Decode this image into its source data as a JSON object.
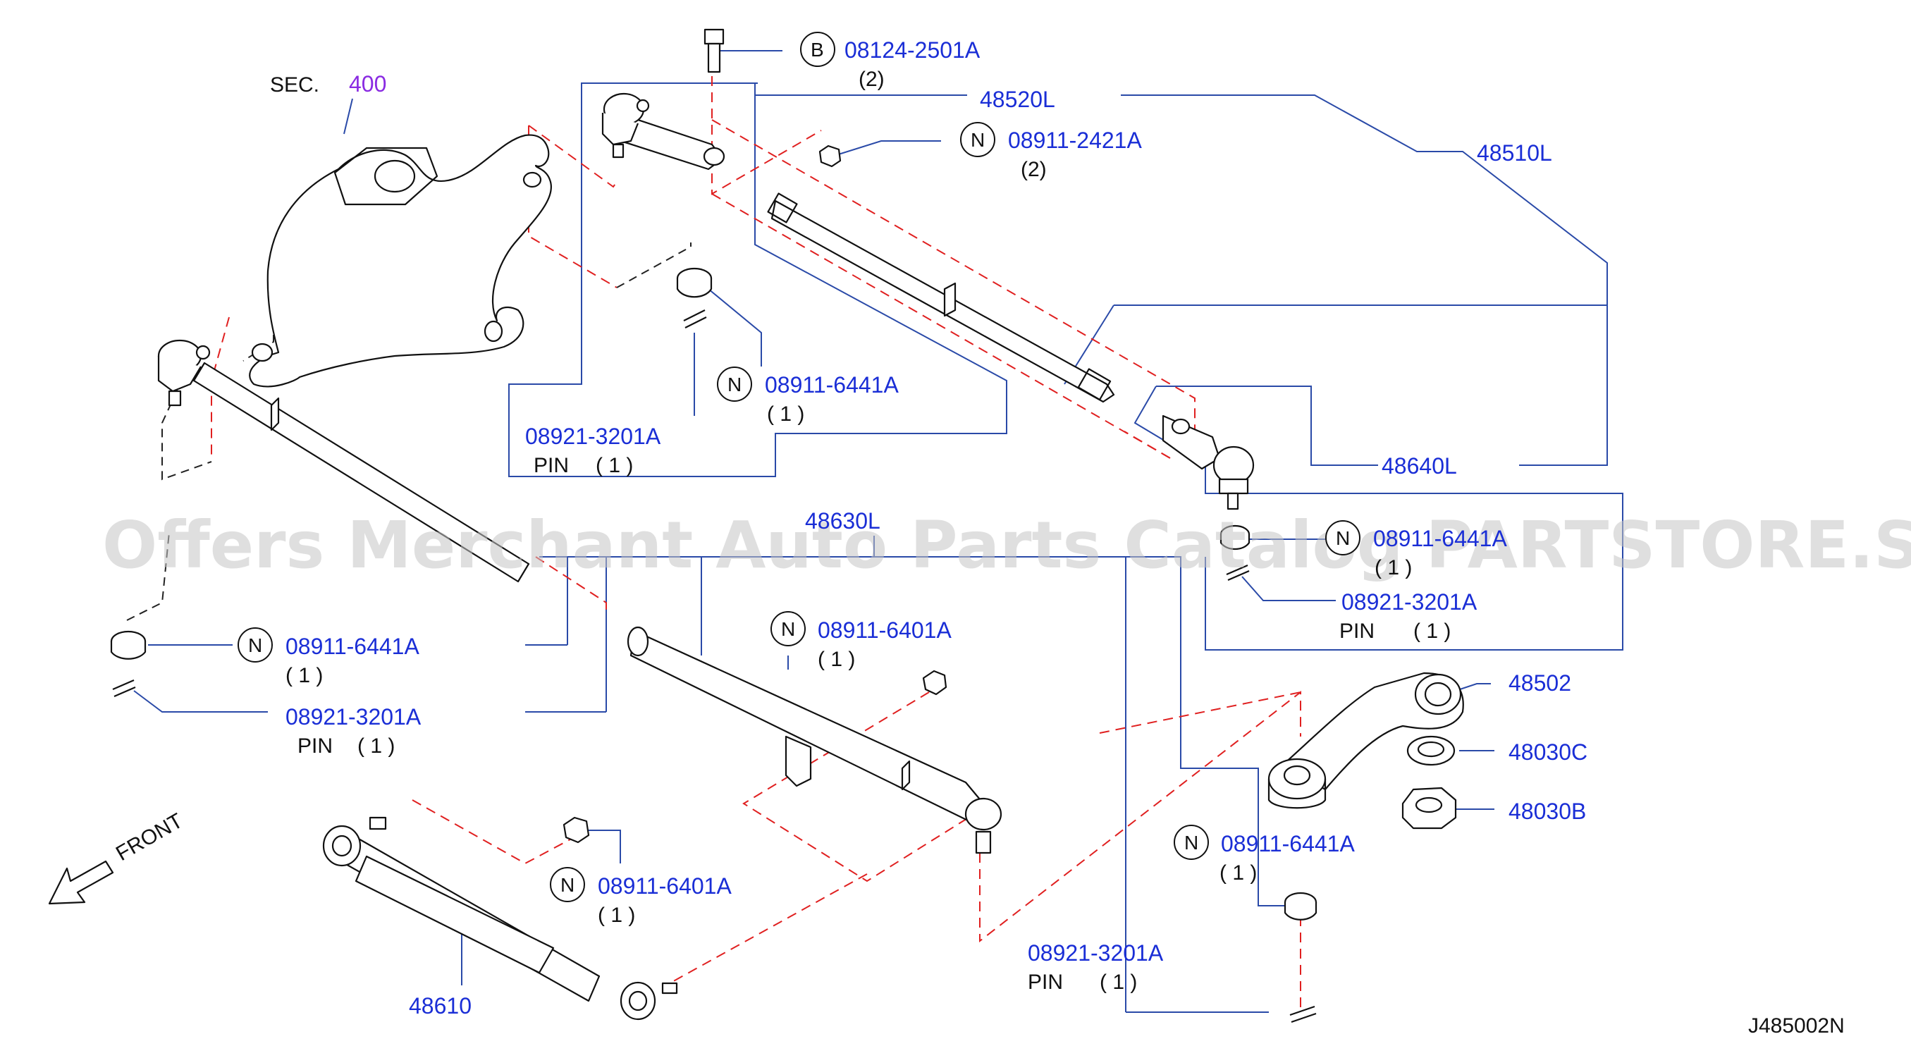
{
  "sec_label": "SEC.",
  "sec_number": "400",
  "watermark": "Offers Merchant Auto Parts Catalog PARTSTORE.SA",
  "front_label": "FRONT",
  "drawing_ref": "J485002N",
  "colors": {
    "part_number": "#1a2ed6",
    "section_number": "#8a2be2",
    "leader": "#2a4aa8",
    "phantom": "#e02020"
  },
  "parts": {
    "p08124": {
      "badge": "B",
      "number": "08124-2501A",
      "qty": "(2)"
    },
    "p48520L": {
      "number": "48520L"
    },
    "p48510L": {
      "number": "48510L"
    },
    "p08911_2421": {
      "badge": "N",
      "number": "08911-2421A",
      "qty": "(2)"
    },
    "p08911_6441_top": {
      "badge": "N",
      "number": "08911-6441A",
      "qty": "( 1 )"
    },
    "p08921_top": {
      "number": "08921-3201A",
      "note": "PIN",
      "qty": "( 1 )"
    },
    "p48640L": {
      "number": "48640L"
    },
    "p48630L": {
      "number": "48630L"
    },
    "p08911_6441_right": {
      "badge": "N",
      "number": "08911-6441A",
      "qty": "( 1 )"
    },
    "p08921_right": {
      "number": "08921-3201A",
      "note": "PIN",
      "qty": "( 1 )"
    },
    "p08911_6441_left": {
      "badge": "N",
      "number": "08911-6441A",
      "qty": "( 1 )"
    },
    "p08921_left": {
      "number": "08921-3201A",
      "note": "PIN",
      "qty": "( 1 )"
    },
    "p08911_6401_mid": {
      "badge": "N",
      "number": "08911-6401A",
      "qty": "( 1 )"
    },
    "p48502": {
      "number": "48502"
    },
    "p48030C": {
      "number": "48030C"
    },
    "p48030B": {
      "number": "48030B"
    },
    "p08911_6441_low": {
      "badge": "N",
      "number": "08911-6441A",
      "qty": "( 1 )"
    },
    "p08911_6401_low": {
      "badge": "N",
      "number": "08911-6401A",
      "qty": "( 1 )"
    },
    "p08921_bottom": {
      "number": "08921-3201A",
      "note": "PIN",
      "qty": "( 1 )"
    },
    "p48610": {
      "number": "48610"
    }
  }
}
